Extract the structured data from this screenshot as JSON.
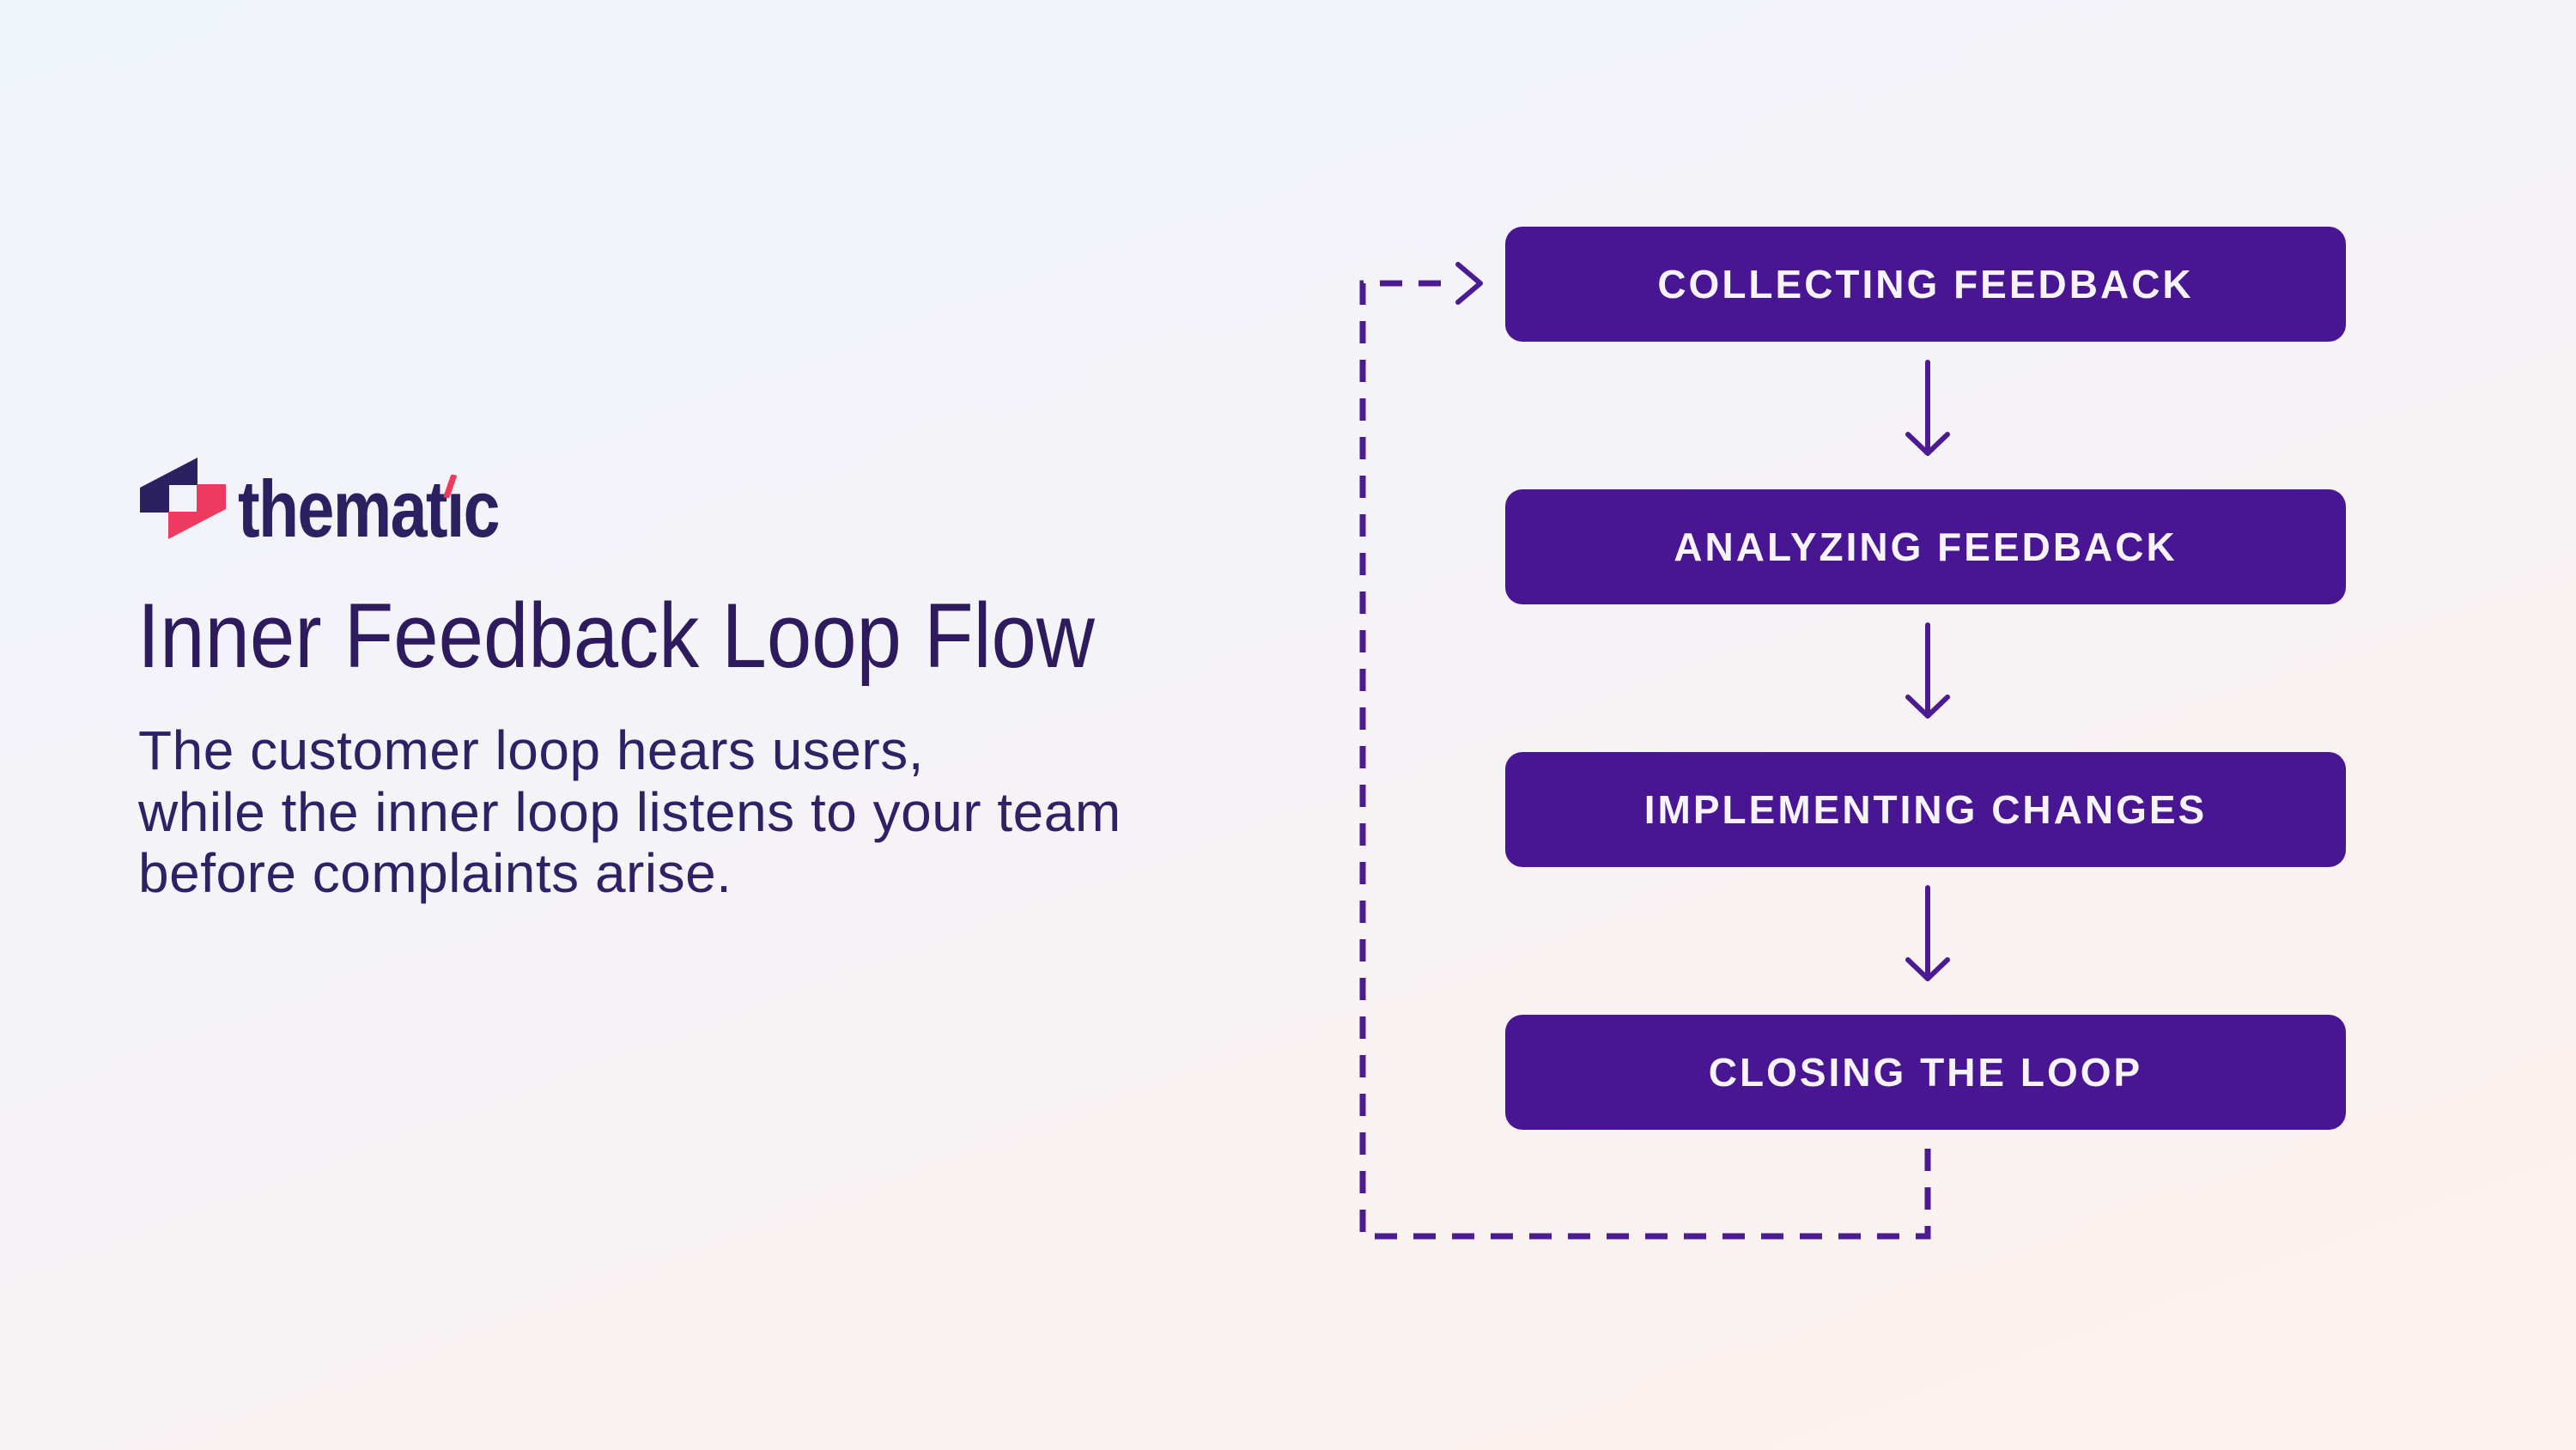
{
  "brand": {
    "name": "thematic",
    "wordmark_pre": "themat",
    "wordmark_i": "ı",
    "wordmark_post": "c"
  },
  "heading": {
    "title": "Inner Feedback Loop Flow",
    "description_lines": [
      "The customer loop hears users,",
      "while the inner loop listens to your team",
      "before complaints arise."
    ]
  },
  "flow": {
    "steps": [
      {
        "label": "COLLECTING FEEDBACK"
      },
      {
        "label": "ANALYZING FEEDBACK"
      },
      {
        "label": "IMPLEMENTING CHANGES"
      },
      {
        "label": "CLOSING THE LOOP"
      }
    ],
    "loop_direction": "closing-the-loop returns to collecting-feedback"
  },
  "colors": {
    "step_box_purple": "#481693",
    "connector_purple": "#4c1b92",
    "brand_navy": "#2b2161",
    "brand_pink": "#ee3a5e",
    "title_indigo": "#2d1b5e",
    "background_top": "#f0f4fb",
    "background_bottom": "#fdf2ee"
  }
}
